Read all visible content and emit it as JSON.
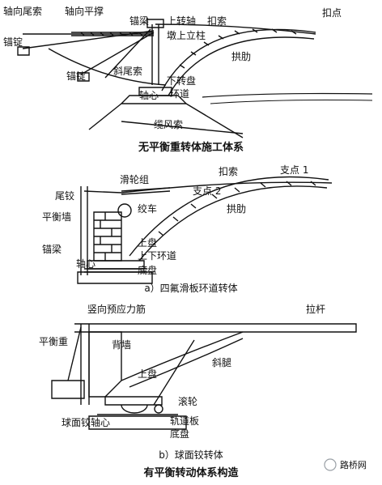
{
  "panel_a": {
    "title": "无平衡重转体施工体系",
    "labels": {
      "axial_tail_cable": "轴向尾索",
      "axial_flat_brace": "轴向平撑",
      "anchor_beam": "锚梁",
      "upper_pivot": "上转轴",
      "buckle_cable": "扣索",
      "buckle_point": "扣点",
      "anchor_top": "锚锭",
      "anchor_left": "锚锭",
      "pier_column": "墩上立柱",
      "arch_rib": "拱肋",
      "inclined_tail_cable": "斜尾索",
      "lower_turntable": "下转盘",
      "axis": "轴心",
      "ring_track": "环道",
      "cable_rope": "缆风索"
    }
  },
  "panel_b": {
    "title": "有平衡转动体系构造",
    "sub_a": {
      "caption": "a）四氟滑板环道转体",
      "labels": {
        "pulley_block": "滑轮组",
        "buckle_cable": "扣索",
        "fulcrum_1": "支点 1",
        "tail_hinge": "尾铰",
        "fulcrum_2": "支点 2",
        "winch": "绞车",
        "arch_rib": "拱肋",
        "balance_wall": "平衡墙",
        "upper_plate": "上盘",
        "anchor_beam": "锚梁",
        "ring_track": "上下环道",
        "axis": "轴心",
        "base_plate": "底盘"
      }
    },
    "sub_b": {
      "caption": "b）球面铰转体",
      "labels": {
        "prestress_bar": "竖向预应力筋",
        "tie_rod": "拉杆",
        "counterweight": "平衡重",
        "back_wall": "背墙",
        "upper_plate": "上盘",
        "inclined_leg": "斜腿",
        "roller": "滚轮",
        "track_plate": "轨道板",
        "spherical_hinge": "球面铰轴心",
        "base_plate": "底盘"
      }
    }
  },
  "watermark": "路桥网",
  "colors": {
    "line": "#111111",
    "background": "#ffffff",
    "water": "#333333"
  }
}
